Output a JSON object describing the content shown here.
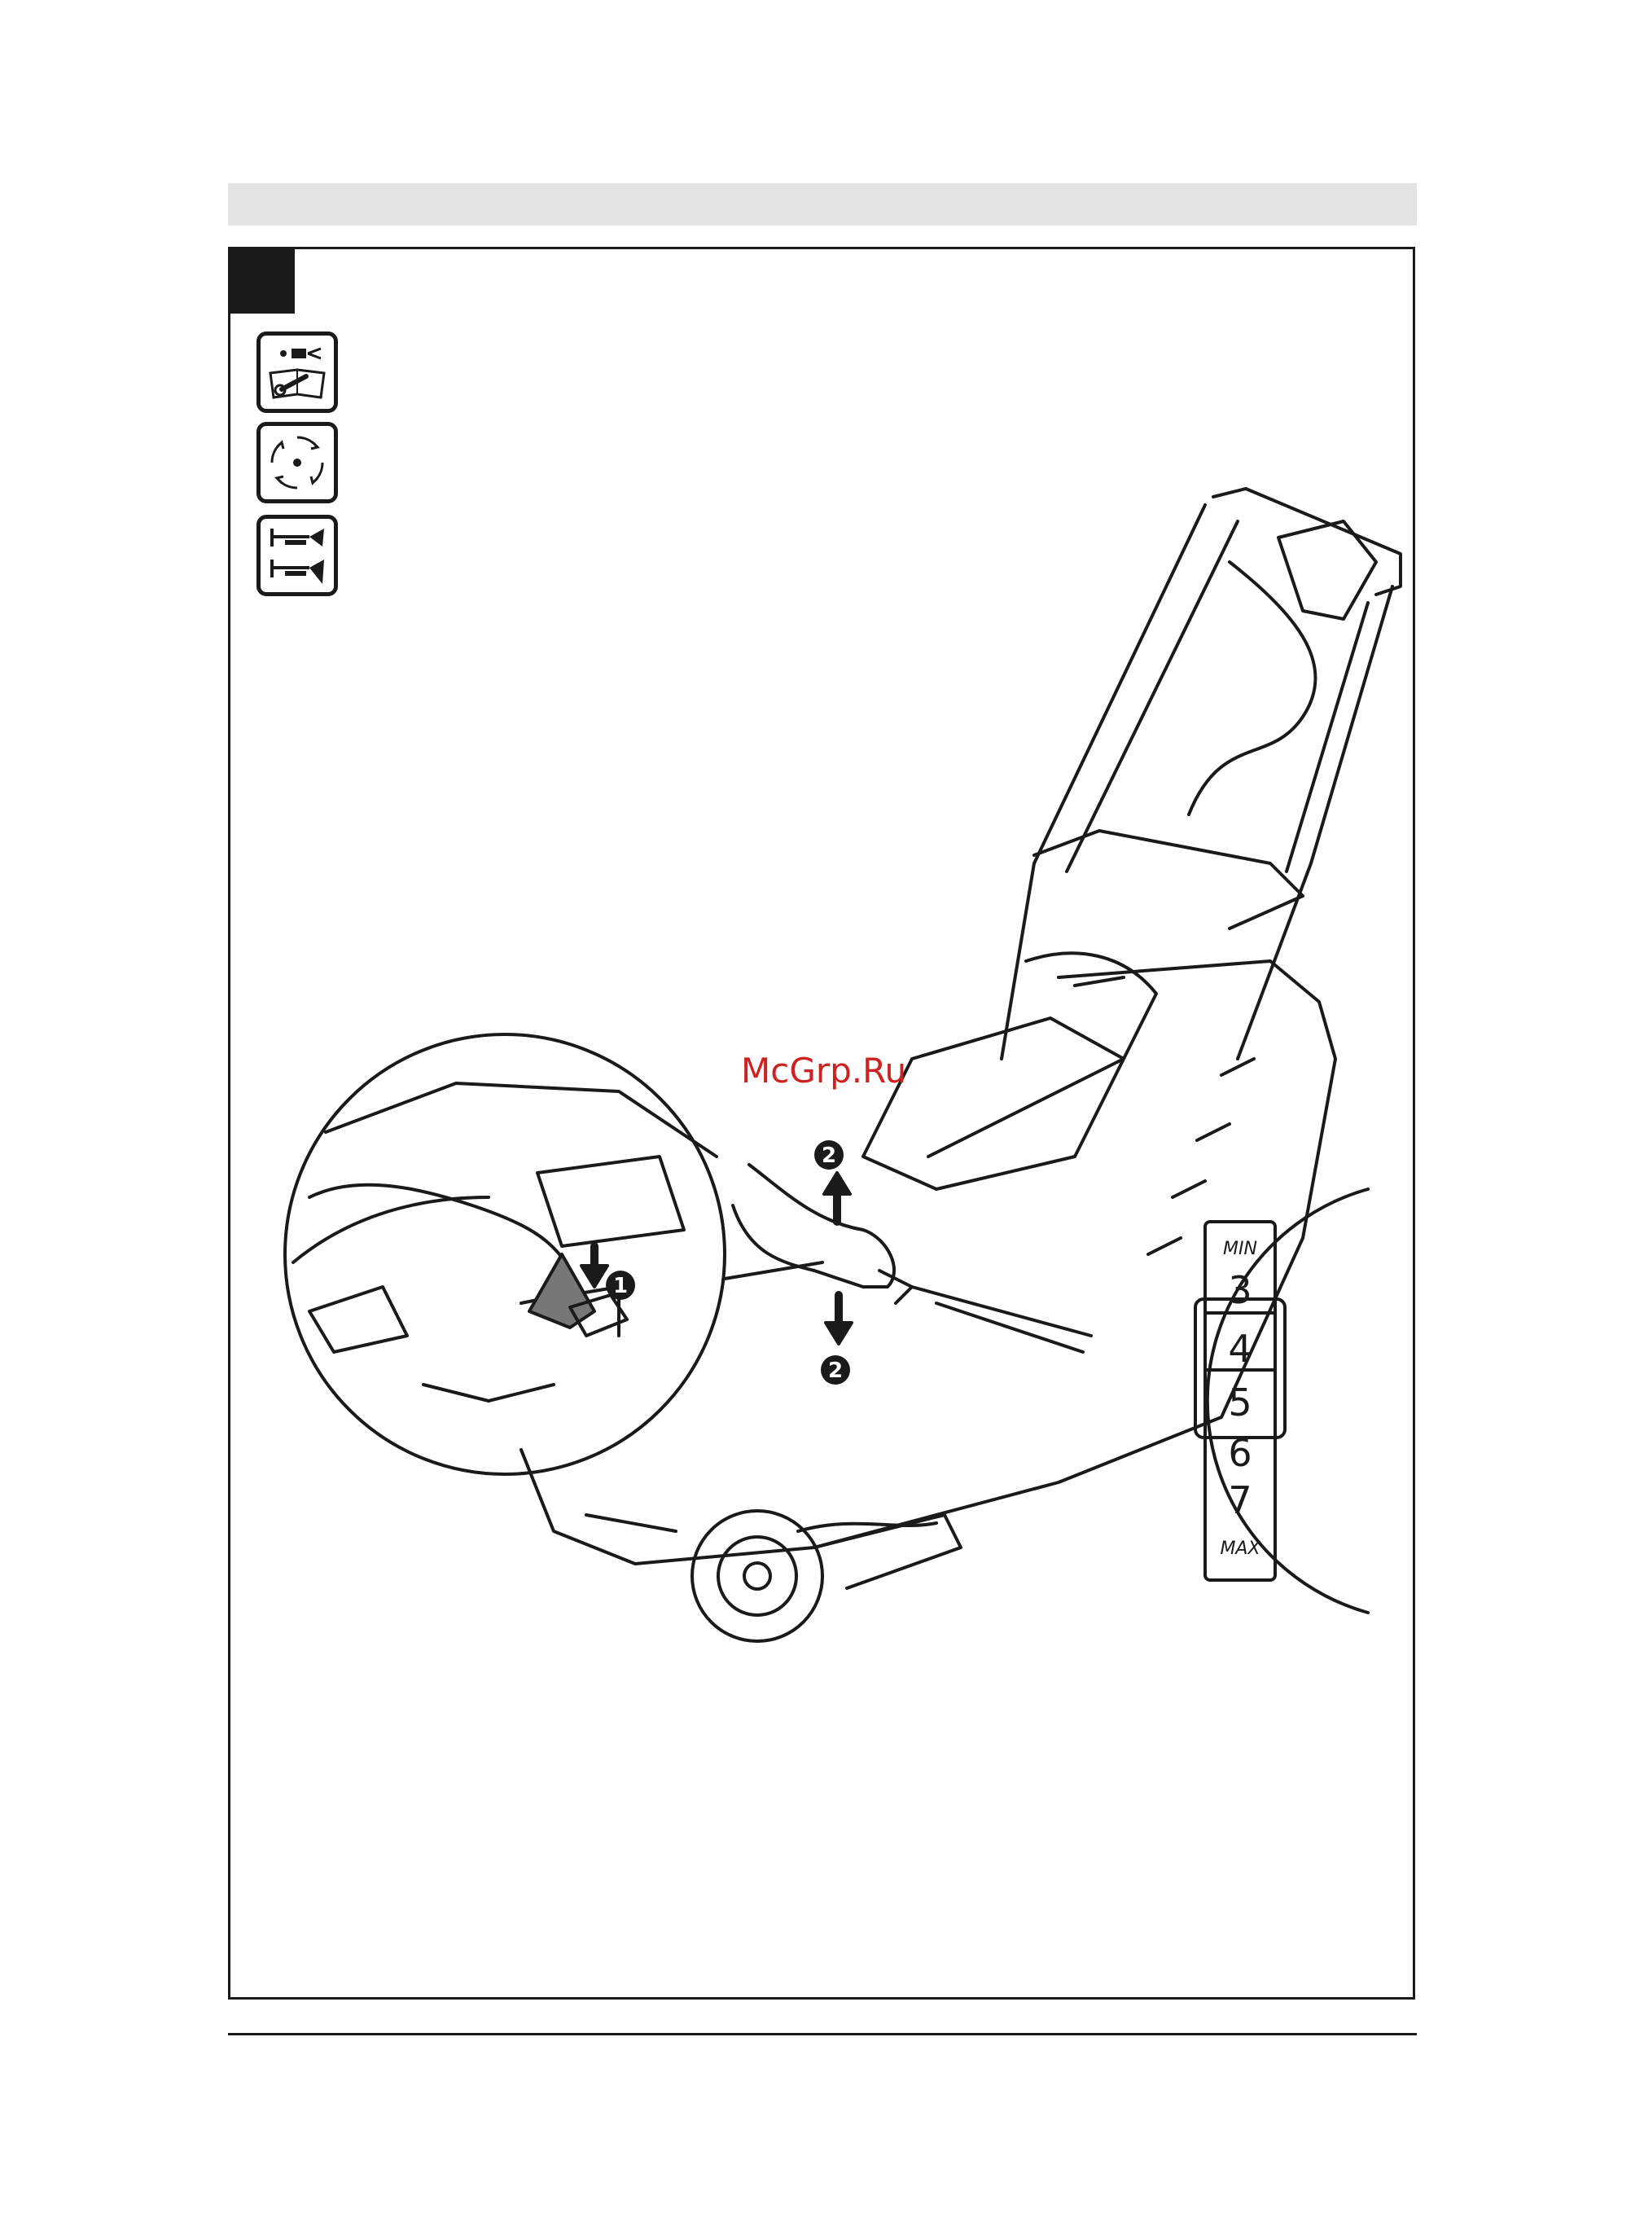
{
  "watermark": "McGrp.Ru",
  "steps": {
    "press": "1",
    "adjust_up": "2",
    "adjust_down": "2"
  },
  "height_scale": {
    "min_label": "MIN",
    "max_label": "MAX",
    "values": [
      "3",
      "4",
      "5",
      "6",
      "7"
    ],
    "selected": [
      "4",
      "5"
    ]
  },
  "icons": [
    "manual-wrench-icon",
    "rotating-blade-icon",
    "height-adjust-icon"
  ],
  "colors": {
    "ink": "#1a1a1a",
    "header_bar": "#e3e3e3",
    "watermark": "#cc2222"
  }
}
